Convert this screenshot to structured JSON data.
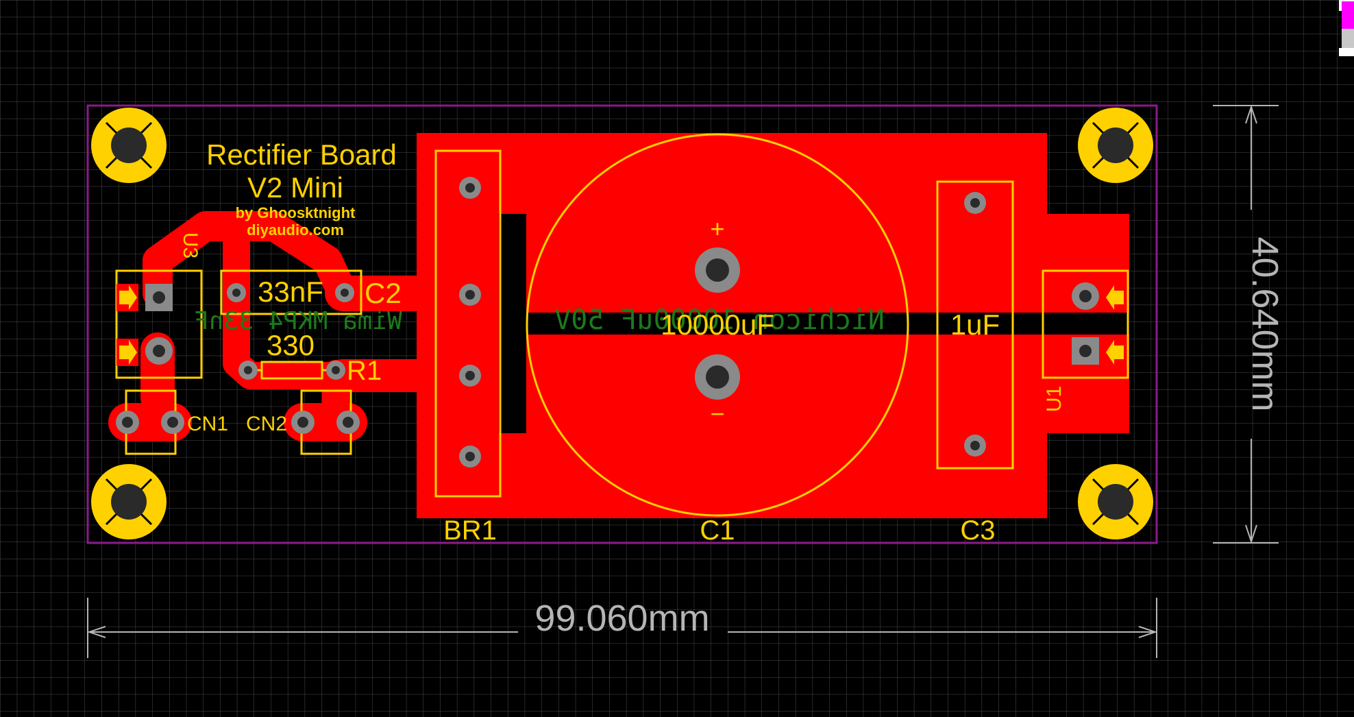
{
  "colors": {
    "background": "#000000",
    "grid": "#5a5a5a",
    "copper": "#ff0000",
    "silkscreen": "#ffd100",
    "bottom_silk": "#1c7a1c",
    "outline": "#8b1a8b",
    "dimension": "#b5b5b5",
    "pad": "#8a8a8a"
  },
  "title": {
    "line1": "Rectifier Board",
    "line2": "V2 Mini",
    "author": "by Ghoosktnight",
    "site": "diyaudio.com"
  },
  "designators": {
    "u3": "U3",
    "u1": "U1",
    "c2": "C2",
    "r1": "R1",
    "cn1": "CN1",
    "cn2": "CN2",
    "br1": "BR1",
    "c1": "C1",
    "c3": "C3"
  },
  "values": {
    "c2": "33nF",
    "r1": "330",
    "c1": "10000uF",
    "c3": "1uF",
    "c1_plus": "+",
    "c1_minus": "−"
  },
  "bottom_silk": {
    "wima": "Wima MKP4 33nF",
    "nichicon": "Nichicon 10000uF 50V"
  },
  "dimensions": {
    "width": "99.060mm",
    "height": "40.640mm"
  },
  "icons": {
    "mounting_hole": "mounting-hole-icon",
    "pin1_marker": "pin1-arrow-icon"
  }
}
